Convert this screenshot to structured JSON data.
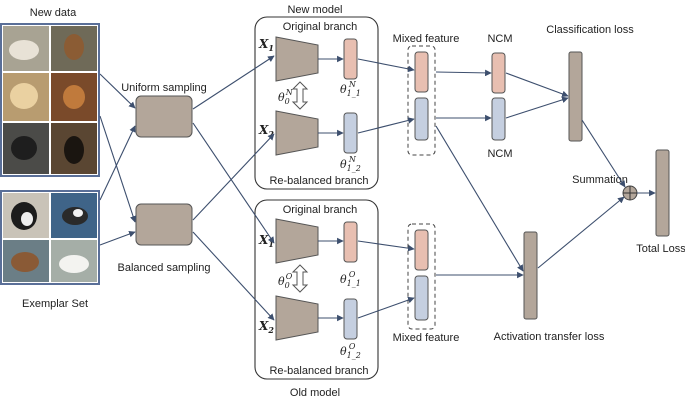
{
  "labels": {
    "new_data": "New data",
    "exemplar_set": "Exemplar  Set",
    "uniform_sampling": "Uniform sampling",
    "balanced_sampling": "Balanced sampling",
    "new_model": "New model",
    "old_model": "Old model",
    "original_branch_new": "Original branch",
    "rebalanced_branch_new": "Re-balanced branch",
    "original_branch_old": "Original branch",
    "rebalanced_branch_old": "Re-balanced branch",
    "mixed_feature_top": "Mixed feature",
    "mixed_feature_bottom": "Mixed feature",
    "ncm_top": "NCM",
    "ncm_bottom": "NCM",
    "classification_loss": "Classification loss",
    "summation": "Summation",
    "total_loss": "Total Loss",
    "activation_transfer_loss": "Activation transfer loss"
  },
  "symbols": {
    "x1_new": {
      "base": "X",
      "sub": "1"
    },
    "x2_new": {
      "base": "X",
      "sub": "2"
    },
    "x1_old": {
      "base": "X",
      "sub": "1"
    },
    "x2_old": {
      "base": "X",
      "sub": "2"
    },
    "theta0_new": {
      "base": "θ",
      "sub": "0",
      "sup": "N"
    },
    "theta0_old": {
      "base": "θ",
      "sub": "0",
      "sup": "O"
    },
    "theta1_1_new": {
      "base": "θ",
      "sub": "1_1",
      "sup": "N"
    },
    "theta1_2_new": {
      "base": "θ",
      "sub": "1_2",
      "sup": "N"
    },
    "theta1_1_old": {
      "base": "θ",
      "sub": "1_1",
      "sup": "O"
    },
    "theta1_2_old": {
      "base": "θ",
      "sub": "1_2",
      "sup": "O"
    }
  },
  "colors": {
    "sampler": "#b3a69a",
    "encoder": "#b3a69a",
    "original_feature": "#e8bfb1",
    "rebalanced_feature": "#c5cfe0",
    "loss_bar": "#b3a69a",
    "edge": "#3d4f6e",
    "box_border": "#333333"
  },
  "icons": {
    "new_data_grid": "dog-photos-grid-icon",
    "exemplar_grid": "bird-photos-grid-icon",
    "summation": "circle-plus-icon",
    "weight_sharing": "double-arrow-icon"
  }
}
